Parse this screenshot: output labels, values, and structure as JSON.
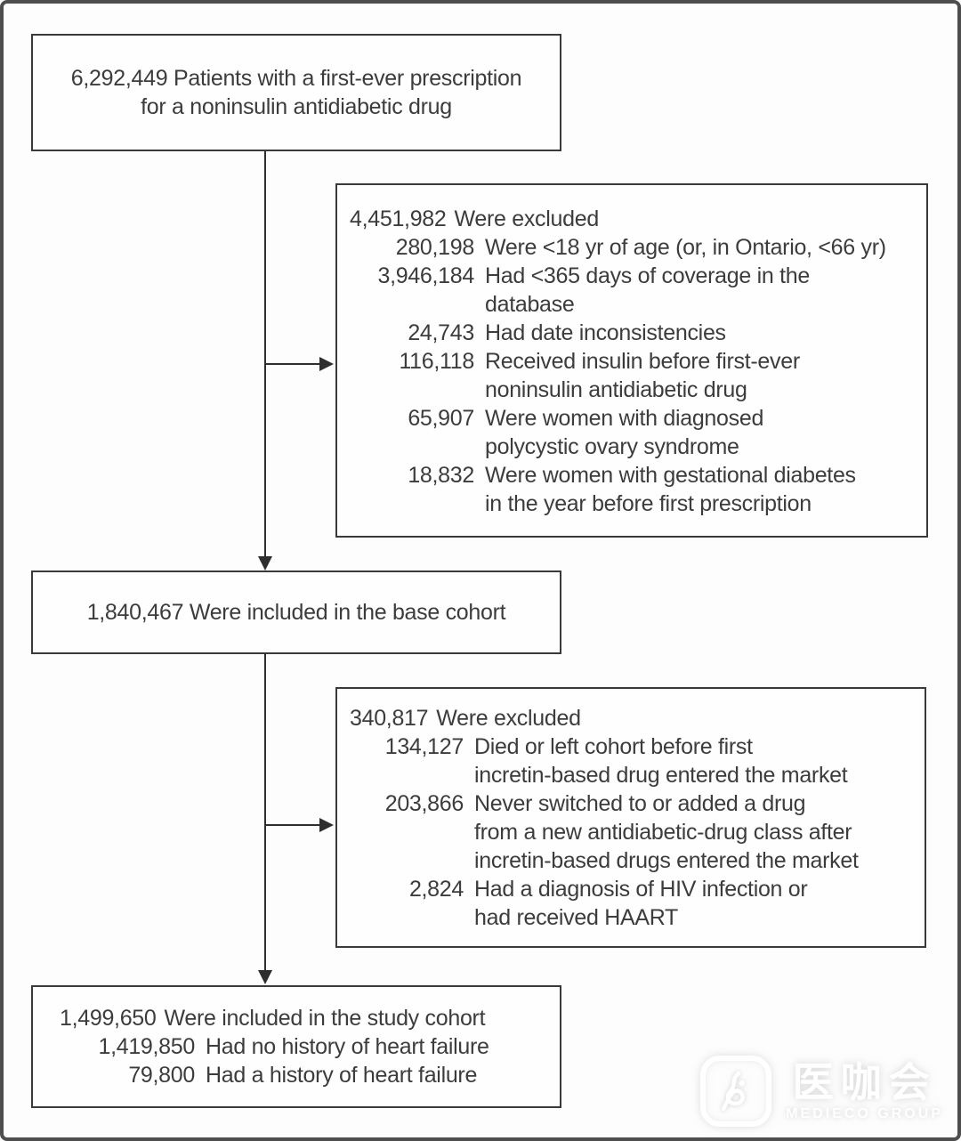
{
  "figure": {
    "top_box": {
      "text": "6,292,449 Patients with a first-ever prescription\nfor a noninsulin antidiabetic drug"
    },
    "exclusion1": {
      "header": {
        "num": "4,451,982",
        "text": "Were excluded"
      },
      "items": [
        {
          "num": "280,198",
          "text": "Were <18 yr of age (or, in Ontario, <66 yr)"
        },
        {
          "num": "3,946,184",
          "text": "Had <365 days of coverage in the\ndatabase"
        },
        {
          "num": "24,743",
          "text": "Had date inconsistencies"
        },
        {
          "num": "116,118",
          "text": "Received insulin before first-ever\nnoninsulin antidiabetic drug"
        },
        {
          "num": "65,907",
          "text": "Were women with diagnosed\npolycystic ovary syndrome"
        },
        {
          "num": "18,832",
          "text": "Were women with gestational diabetes\nin the year before first prescription"
        }
      ]
    },
    "base_box": {
      "text": "1,840,467 Were included in the base cohort"
    },
    "exclusion2": {
      "header": {
        "num": "340,817",
        "text": "Were excluded"
      },
      "items": [
        {
          "num": "134,127",
          "text": "Died or left cohort before first\nincretin-based drug entered the market"
        },
        {
          "num": "203,866",
          "text": "Never switched to or added a drug\nfrom a new antidiabetic-drug class after\nincretin-based drugs entered the market"
        },
        {
          "num": "2,824",
          "text": "Had a diagnosis of HIV infection or\nhad received HAART"
        }
      ]
    },
    "study_box": {
      "header": {
        "num": "1,499,650",
        "text": "Were included in the study cohort"
      },
      "items": [
        {
          "num": "1,419,850",
          "text": "Had no history of heart failure"
        },
        {
          "num": "79,800",
          "text": "Had a history of heart failure"
        }
      ]
    }
  },
  "watermark": {
    "cn": "医咖会",
    "en": "MEDIECO GROUP"
  },
  "colors": {
    "frame": "#4e4e4e",
    "box_border": "#3a3a3a",
    "text": "#3c3c3c",
    "line": "#2e2e2e"
  }
}
